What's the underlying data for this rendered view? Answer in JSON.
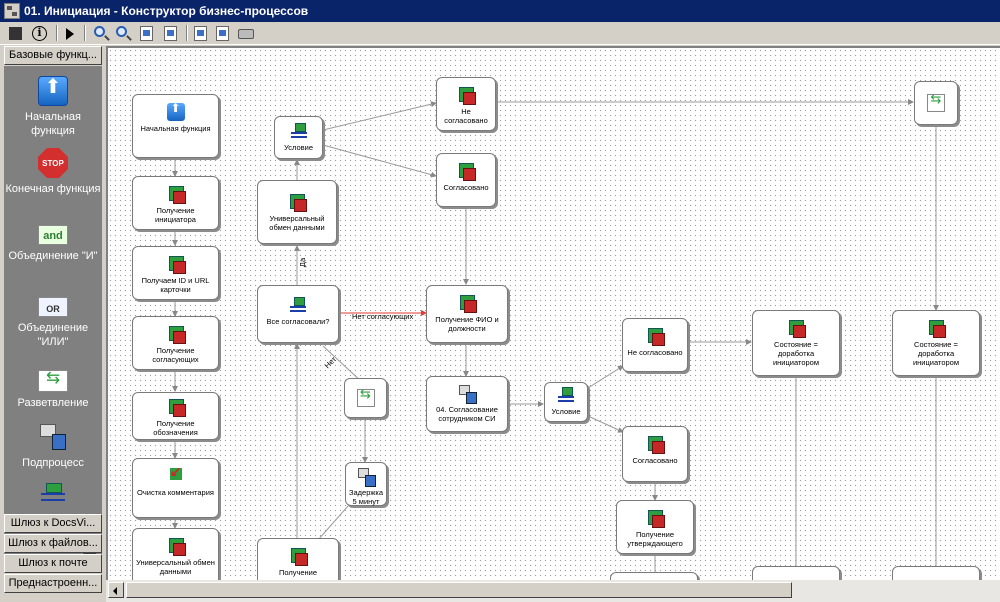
{
  "window": {
    "title": "01. Инициация - Конструктор бизнес-процессов"
  },
  "toolbar": {
    "buttons": [
      "stop-icon",
      "info-icon",
      "run-icon",
      "zoom-in-icon",
      "zoom-out-icon",
      "fit-page-icon",
      "page-icon",
      "export-icon",
      "import-icon",
      "print-icon"
    ]
  },
  "palette": {
    "header": "Базовые функц...",
    "items": [
      {
        "label": "Начальная функция",
        "icon": "start-function-icon"
      },
      {
        "label": "Конечная функция",
        "icon": "stop-icon"
      },
      {
        "label": "Объединение \"И\"",
        "icon": "and-join-icon"
      },
      {
        "label": "Объединение \"ИЛИ\"",
        "icon": "or-join-icon"
      },
      {
        "label": "Разветвление",
        "icon": "fork-icon"
      },
      {
        "label": "Подпроцесс",
        "icon": "subprocess-icon"
      }
    ],
    "tabs": [
      "Шлюз к DocsVi...",
      "Шлюз к файлов...",
      "Шлюз к почте",
      "Преднастроенн..."
    ]
  },
  "nodes": {
    "start": "Начальная функция",
    "get_initiator": "Получение инициатора",
    "get_id_url": "Получаем ID и URL карточки",
    "get_approvers": "Получение согласующих",
    "get_notes": "Получение обозначения",
    "clear_comment": "Очистка комментария",
    "universal_1": "Универсальный обмен данными",
    "cond_1": "Условие",
    "universal_2": "Универсальный обмен данными",
    "all_approved": "Все согласовали?",
    "fork_1": "",
    "delay": "Задержка 5 минут",
    "get_count": "Получение количества",
    "not_approved_1": "Не согласовано",
    "approved_1": "Согласовано",
    "get_fio": "Получение ФИО и должности",
    "approve_si": "04. Согласование сотрудником СИ",
    "cond_2": "Условие",
    "not_approved_2": "Не согласовано",
    "approved_2": "Согласовано",
    "get_approver_final": "Получение утверждающего",
    "state_1": "Состояние = доработка инициатором",
    "state_2": "Состояние = доработка инициатором",
    "fork_top": ""
  },
  "edges": {
    "yes": "Да",
    "no": "Нет",
    "not_all": "Нет согласующих"
  },
  "colors": {
    "title_bar": "#0a246a",
    "canvas": "#ffffff",
    "palette_bg": "#808080",
    "highlight_edge": "#e53935"
  }
}
